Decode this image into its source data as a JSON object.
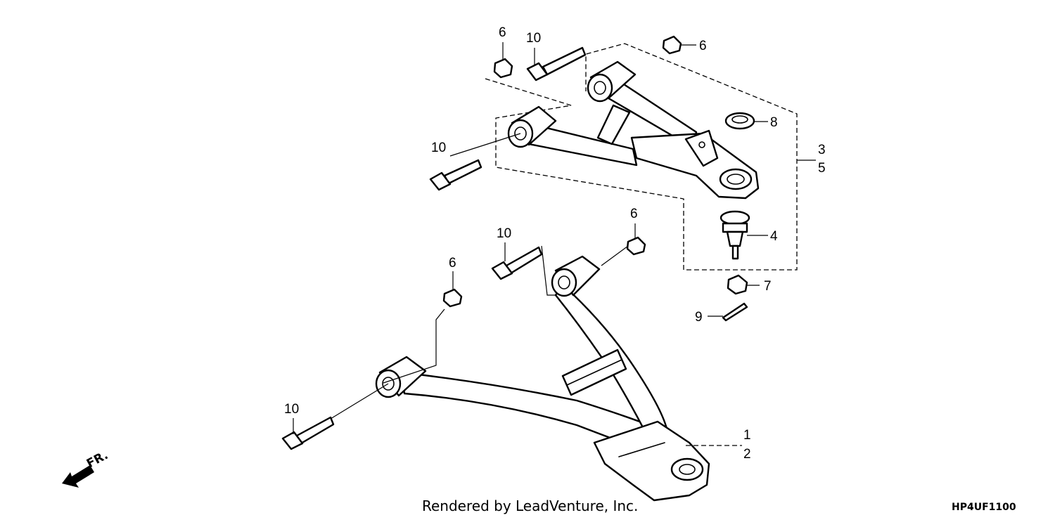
{
  "diagram": {
    "callouts": [
      {
        "id": "c1",
        "text": "1"
      },
      {
        "id": "c2",
        "text": "2"
      },
      {
        "id": "c3",
        "text": "3"
      },
      {
        "id": "c4",
        "text": "4"
      },
      {
        "id": "c5",
        "text": "5"
      },
      {
        "id": "c6a",
        "text": "6"
      },
      {
        "id": "c6b",
        "text": "6"
      },
      {
        "id": "c6c",
        "text": "6"
      },
      {
        "id": "c6d",
        "text": "6"
      },
      {
        "id": "c7",
        "text": "7"
      },
      {
        "id": "c8",
        "text": "8"
      },
      {
        "id": "c9",
        "text": "9"
      },
      {
        "id": "c10a",
        "text": "10"
      },
      {
        "id": "c10b",
        "text": "10"
      },
      {
        "id": "c10c",
        "text": "10"
      },
      {
        "id": "c10d",
        "text": "10"
      }
    ],
    "direction_label": "FR.",
    "icons": {
      "direction": "front-direction-arrow-icon"
    }
  },
  "footer": {
    "credit": "Rendered by LeadVenture, Inc.",
    "code": "HP4UF1100"
  }
}
